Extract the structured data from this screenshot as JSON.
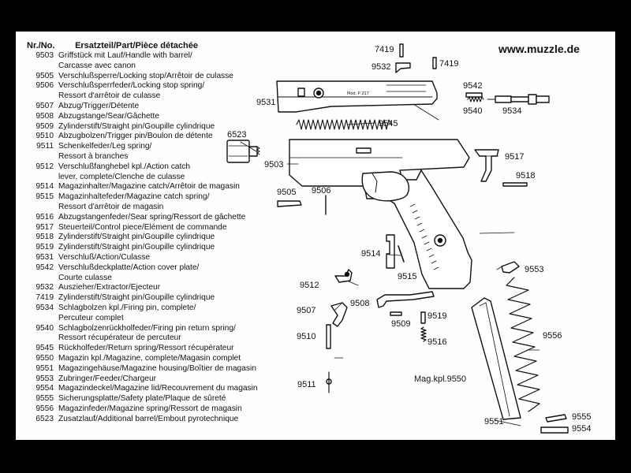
{
  "header": {
    "col_number": "Nr./No.",
    "col_part": "Ersatzteil/Part/Pièce détachée"
  },
  "site_url": "www.muzzle.de",
  "parts": [
    {
      "no": "9503",
      "lines": [
        "Griffstück mit Lauf/Handle with barrel/",
        "Carcasse avec canon"
      ]
    },
    {
      "no": "9505",
      "lines": [
        "Verschlußsperre/Locking stop/Arrêtoir de culasse"
      ]
    },
    {
      "no": "9506",
      "lines": [
        "Verschlußsperrfeder/Locking stop spring/",
        "Ressort d'arrêtoir de culasse"
      ]
    },
    {
      "no": "9507",
      "lines": [
        "Abzug/Trigger/Détente"
      ]
    },
    {
      "no": "9508",
      "lines": [
        "Abzugstange/Sear/Gâchette"
      ]
    },
    {
      "no": "9509",
      "lines": [
        "Zylinderstift/Straight pin/Goupille cylindrique"
      ]
    },
    {
      "no": "9510",
      "lines": [
        "Abzugbolzen/Trigger pin/Boulon de détente"
      ]
    },
    {
      "no": "9511",
      "lines": [
        "Schenkelfeder/Leg spring/",
        "Ressort à branches"
      ]
    },
    {
      "no": "9512",
      "lines": [
        "Verschlußfanghebel kpl./Action catch",
        "lever, complete/Clenche de culasse"
      ]
    },
    {
      "no": "9514",
      "lines": [
        "Magazinhalter/Magazine catch/Arrêtoir de magasin"
      ]
    },
    {
      "no": "9515",
      "lines": [
        "Magazinhaltefeder/Magazine catch spring/",
        "Ressort d'arrêtoir de magasin"
      ]
    },
    {
      "no": "9516",
      "lines": [
        "Abzugstangenfeder/Sear spring/Ressort de gâchette"
      ]
    },
    {
      "no": "9517",
      "lines": [
        "Steuerteil/Control piece/Elément de commande"
      ]
    },
    {
      "no": "9518",
      "lines": [
        "Zylinderstift/Straight pin/Goupille cylindrique"
      ]
    },
    {
      "no": "9519",
      "lines": [
        "Zylinderstift/Straight pin/Goupille cylindrique"
      ]
    },
    {
      "no": "9531",
      "lines": [
        "Verschluß/Action/Culasse"
      ]
    },
    {
      "no": "9542",
      "lines": [
        "Verschlußdeckplatte/Action cover plate/",
        "Courte culasse"
      ]
    },
    {
      "no": "9532",
      "lines": [
        "Auszieher/Extractor/Ejecteur"
      ]
    },
    {
      "no": "7419",
      "lines": [
        "Zylinderstift/Straight pin/Goupille cylindrique"
      ]
    },
    {
      "no": "9534",
      "lines": [
        "Schlagbolzen kpl./Firing pin, complete/",
        "Percuteur complet"
      ]
    },
    {
      "no": "9540",
      "lines": [
        "Schlagbolzenrückholfeder/Firing pin return spring/",
        "Ressort récupérateur de percuteur"
      ]
    },
    {
      "no": "9545",
      "lines": [
        "Rückholfeder/Return spring/Ressort récupérateur"
      ]
    },
    {
      "no": "9550",
      "lines": [
        "Magazin kpl./Magazine, complete/Magasin complet"
      ]
    },
    {
      "no": "9551",
      "lines": [
        "Magazingehäuse/Magazine housing/Boîtier de magasin"
      ]
    },
    {
      "no": "9553",
      "lines": [
        "Zubringer/Feeder/Chargeur"
      ]
    },
    {
      "no": "9554",
      "lines": [
        "Magazindeckel/Magazine lid/Recouvrement du magasin"
      ]
    },
    {
      "no": "9555",
      "lines": [
        "Sicherungsplatte/Safety plate/Plaque de sûreté"
      ]
    },
    {
      "no": "9556",
      "lines": [
        "Magazinfeder/Magazine spring/Ressort de magasin"
      ]
    },
    {
      "no": "6523",
      "lines": [
        "Zusatzlauf/Additional barrel/Embout pyrotechnique"
      ]
    }
  ],
  "callouts": {
    "c7419a": "7419",
    "c7419b": "7419",
    "c9532": "9532",
    "c9542": "9542",
    "c9540": "9540",
    "c9534": "9534",
    "c9531": "9531",
    "c9545": "9545",
    "c6523": "6523",
    "c9503": "9503",
    "c9517": "9517",
    "c9518": "9518",
    "c9505": "9505",
    "c9506": "9506",
    "c9514": "9514",
    "c9515": "9515",
    "c9553": "9553",
    "c9512": "9512",
    "c9508": "9508",
    "c9507": "9507",
    "c9509": "9509",
    "c9519": "9519",
    "c9510": "9510",
    "c9516": "9516",
    "c9556": "9556",
    "c9511": "9511",
    "c9555": "9555",
    "c9551": "9551",
    "c9554": "9554",
    "magkpl": "Mag.kpl.9550"
  },
  "slide_marking": "Mod. P 217"
}
